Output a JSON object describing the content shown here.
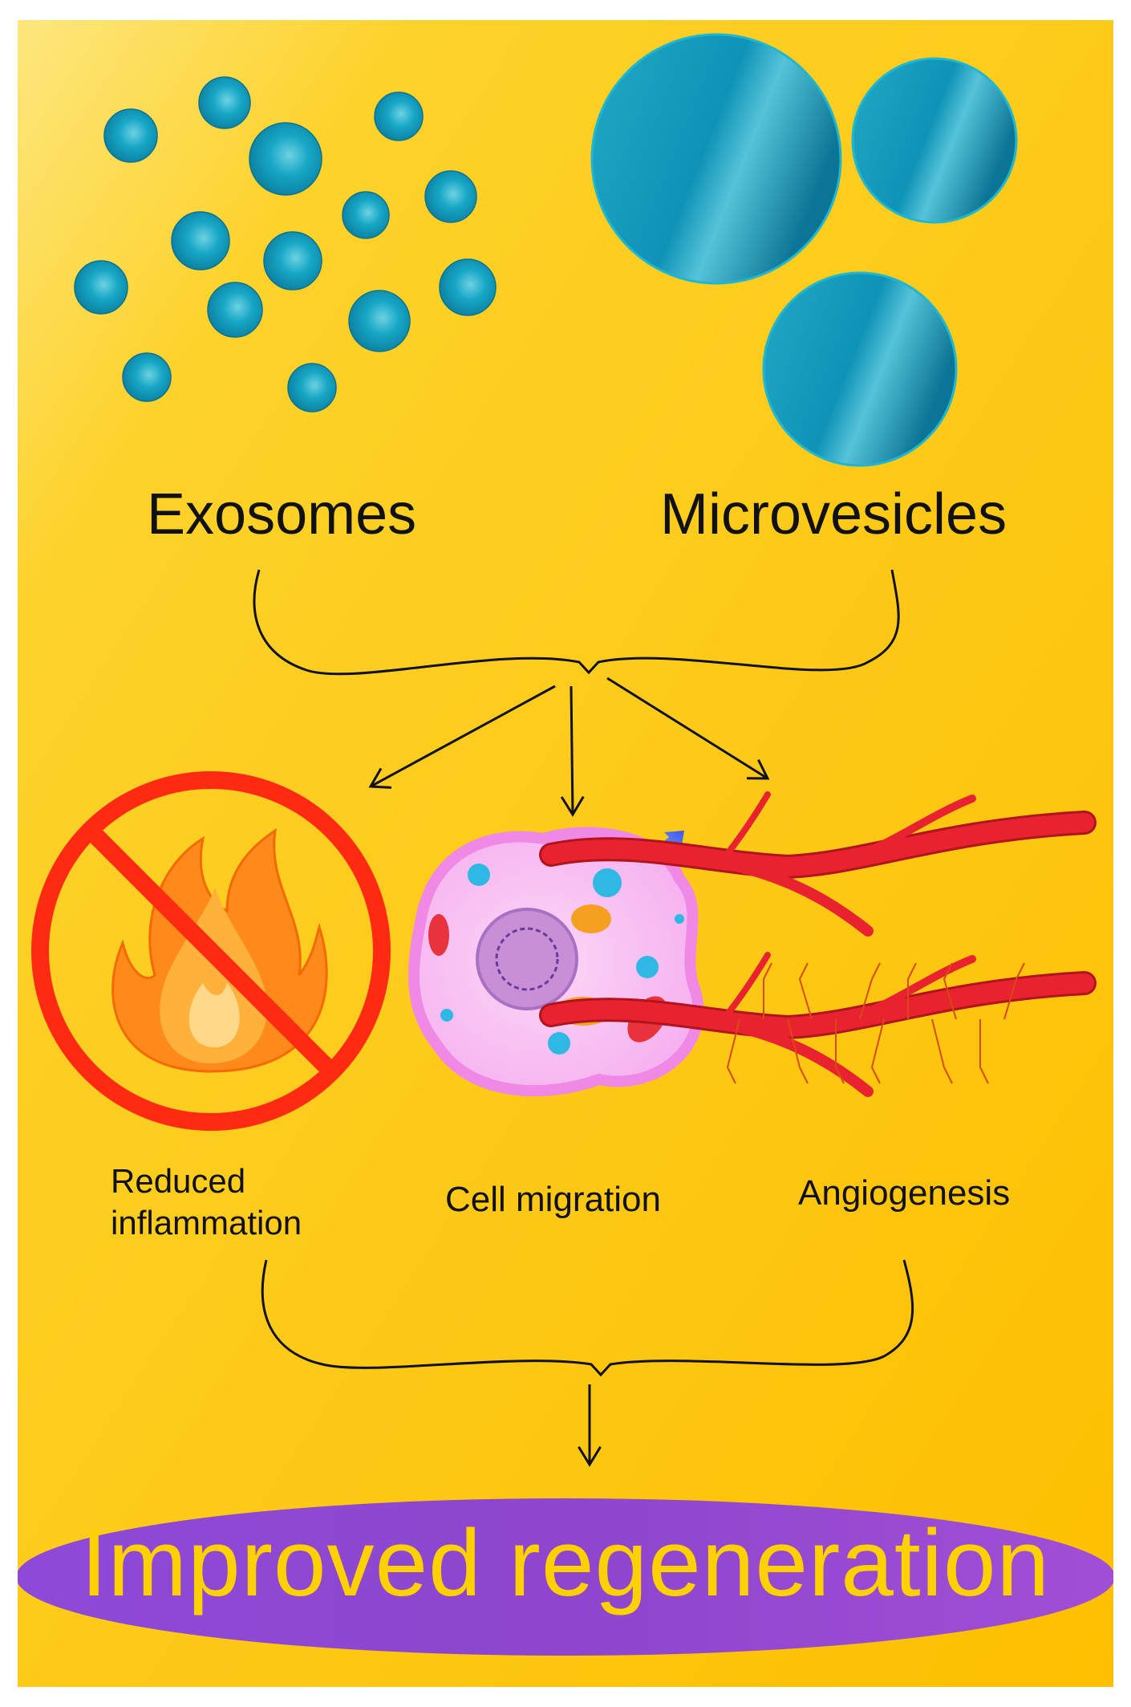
{
  "labels": {
    "exosomes": "Exosomes",
    "microvesicles": "Microvesicles",
    "reduced_line1": "Reduced",
    "reduced_line2": "inflammation",
    "cell_migration": "Cell migration",
    "angiogenesis": "Angiogenesis",
    "outcome": "Improved regeneration"
  },
  "colors": {
    "background_top": "#fde47a",
    "background_bottom": "#fdbf00",
    "vesicle": "#1aa3c2",
    "prohibition": "#ff2a12",
    "flame": "#ff8a1c",
    "cell_membrane": "#f59cf0",
    "vessel": "#e8232f",
    "outcome_ellipse": "#9a49d6",
    "outcome_text": "#fdd100"
  },
  "icons": [
    "exosome-icon",
    "microvesicle-icon",
    "no-fire-icon",
    "cell-icon",
    "up-arrow-icon",
    "blood-vessel-icon"
  ]
}
